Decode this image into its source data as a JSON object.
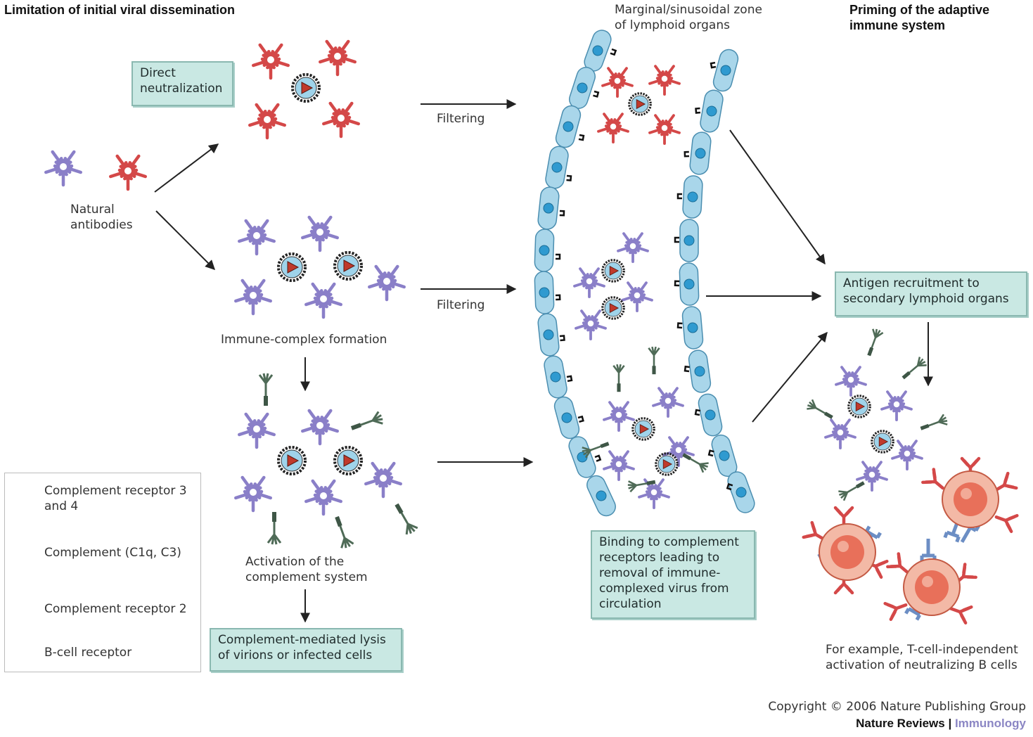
{
  "headers": {
    "left": "Limitation of initial viral dissemination",
    "right_line1": "Priming of the adaptive",
    "right_line2": "immune system"
  },
  "labels": {
    "natural_antibodies_line1": "Natural",
    "natural_antibodies_line2": "antibodies",
    "filtering_top": "Filtering",
    "filtering_mid": "Filtering",
    "immune_complex": "Immune-complex formation",
    "activation_line1": "Activation of the",
    "activation_line2": "complement system",
    "marginal_line1": "Marginal/sinusoidal zone",
    "marginal_line2": "of lymphoid organs",
    "example_line1": "For example, T-cell-independent",
    "example_line2": "activation of neutralizing B cells"
  },
  "boxes": {
    "direct_line1": "Direct",
    "direct_line2": "neutralization",
    "lysis_line1": "Complement-mediated lysis",
    "lysis_line2": "of virions or infected cells",
    "binding_line1": "Binding to complement",
    "binding_line2": "receptors leading to",
    "binding_line3": "removal of immune-",
    "binding_line4": "complexed virus from",
    "binding_line5": "circulation",
    "antigen_line1": "Antigen recruitment to",
    "antigen_line2": "secondary lymphoid organs"
  },
  "legend": {
    "items": [
      {
        "icon": "complement-receptor-3-4-icon",
        "line1": "Complement receptor 3",
        "line2": "and 4"
      },
      {
        "icon": "complement-c1q-c3-icon",
        "line1": "Complement (C1q, C3)",
        "line2": ""
      },
      {
        "icon": "complement-receptor-2-icon",
        "line1": "Complement receptor 2",
        "line2": ""
      },
      {
        "icon": "b-cell-receptor-icon",
        "line1": "B-cell receptor",
        "line2": ""
      }
    ]
  },
  "footer": {
    "copyright": "Copyright © 2006 Nature Publishing Group",
    "brand": "Nature Reviews",
    "separator": " | ",
    "journal": "Immunology"
  },
  "colors": {
    "red_antibody": "#d44848",
    "purple_antibody": "#8a7fc8",
    "complement": "#4f6b57",
    "cr2_blue": "#6c8ec4",
    "endothelium": "#a9d6ea",
    "nucleus": "#2f9ad0",
    "box_fill": "#c9e8e3",
    "bcell": "#e8705a"
  }
}
